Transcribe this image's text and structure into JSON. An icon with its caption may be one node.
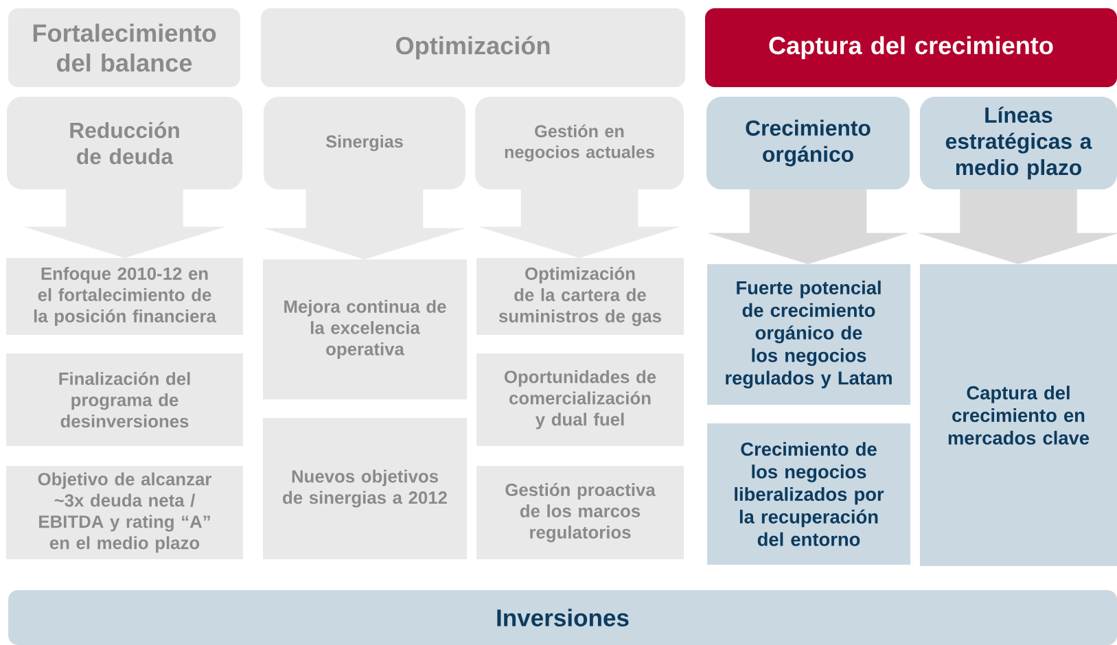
{
  "diagram": {
    "nodes": [
      {
        "text": [
          "Fortalecimiento del balance"
        ]
      },
      {
        "text": [
          "Optimización"
        ]
      },
      {
        "text": [
          "Captura del crecimiento"
        ]
      },
      {
        "text": [
          "Reducción de deuda"
        ]
      },
      {
        "text": [
          "Sinergias"
        ]
      },
      {
        "text": [
          "Gestión en negocios actuales"
        ]
      },
      {
        "text": [
          "Crecimiento orgánico"
        ]
      },
      {
        "text": [
          "Líneas estratégicas a medio plazo"
        ]
      },
      {
        "text": [
          "Enfoque 2010-12 en el fortalecimiento de la posición financiera"
        ]
      },
      {
        "text": [
          "Mejora continua de la excelencia operativa"
        ]
      },
      {
        "text": [
          "Optimización de la cartera de suministros de gas"
        ]
      },
      {
        "text": [
          "Fuerte potencial de crecimiento orgánico de los negocios regulados y Latam"
        ]
      },
      {
        "text": [
          "Captura del crecimiento en mercados clave"
        ]
      },
      {
        "text": [
          "Finalización del programa de desinversiones"
        ]
      },
      {
        "text": [
          "Oportunidades de comercialización y dual fuel"
        ]
      },
      {
        "text": [
          "Crecimiento de los negocios liberalizados por la recuperación del entorno"
        ]
      },
      {
        "text": [
          "Objetivo de alcanzar ~3x deuda neta / EBITDA y rating “A” en el medio plazo"
        ]
      },
      {
        "text": [
          "Nuevos objetivos de sinergias a 2012"
        ]
      },
      {
        "text": [
          "Gestión proactiva de los marcos regulatorios"
        ]
      },
      {
        "text": [
          "Inversiones"
        ]
      }
    ],
    "edges": [
      {
        "from": 3,
        "to": 8,
        "arrow": "to"
      },
      {
        "from": 4,
        "to": 9,
        "arrow": "to"
      },
      {
        "from": 5,
        "to": 10,
        "arrow": "to"
      },
      {
        "from": 6,
        "to": 11,
        "arrow": "to",
        "color": "#d9d9d9"
      },
      {
        "from": 7,
        "to": 12,
        "arrow": "to",
        "color": "#d9d9d9"
      }
    ]
  }
}
